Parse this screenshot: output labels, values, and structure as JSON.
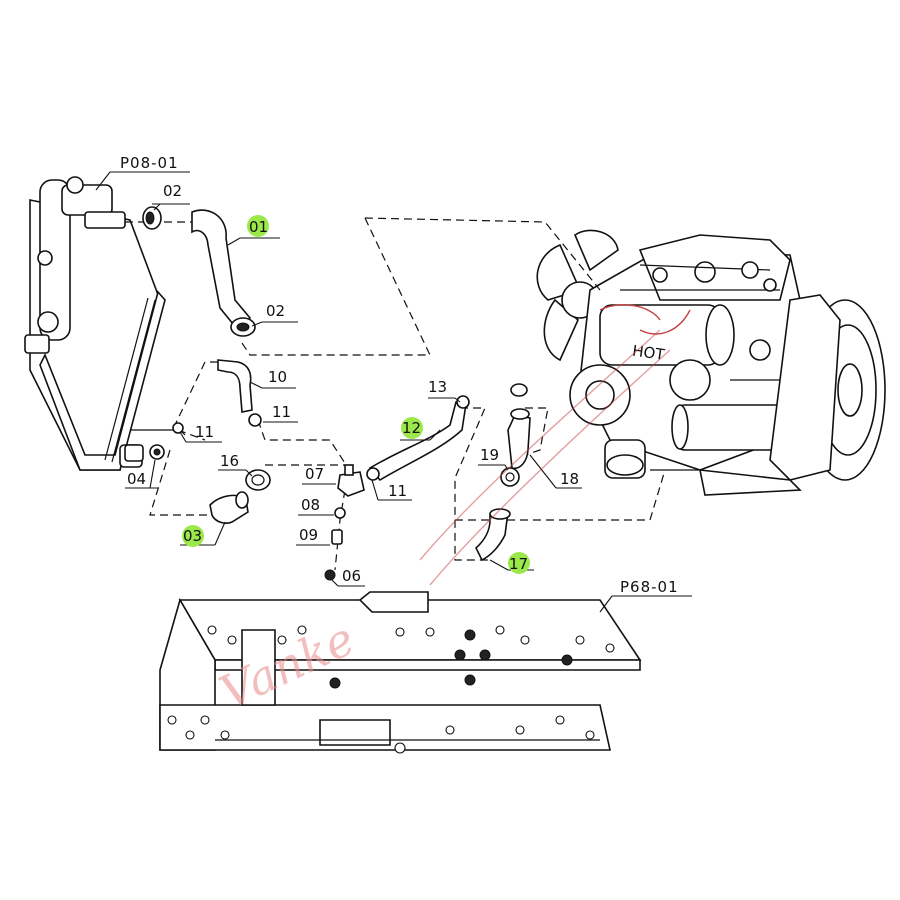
{
  "references": {
    "radiator": "P08-01",
    "frame": "P68-01"
  },
  "callouts": [
    {
      "id": "01",
      "highlighted": true
    },
    {
      "id": "02",
      "highlighted": false
    },
    {
      "id": "02",
      "highlighted": false
    },
    {
      "id": "10",
      "highlighted": false
    },
    {
      "id": "11",
      "highlighted": false
    },
    {
      "id": "11",
      "highlighted": false
    },
    {
      "id": "04",
      "highlighted": false
    },
    {
      "id": "16",
      "highlighted": false
    },
    {
      "id": "03",
      "highlighted": true
    },
    {
      "id": "07",
      "highlighted": false
    },
    {
      "id": "08",
      "highlighted": false
    },
    {
      "id": "09",
      "highlighted": false
    },
    {
      "id": "06",
      "highlighted": false
    },
    {
      "id": "11",
      "highlighted": false
    },
    {
      "id": "12",
      "highlighted": true
    },
    {
      "id": "13",
      "highlighted": false
    },
    {
      "id": "19",
      "highlighted": false
    },
    {
      "id": "18",
      "highlighted": false
    },
    {
      "id": "17",
      "highlighted": true
    }
  ],
  "engine_label": "HOT",
  "watermark": "Vanke",
  "colors": {
    "highlight": "#9be84a",
    "watermark": "#e88a8a",
    "line": "#111111"
  }
}
